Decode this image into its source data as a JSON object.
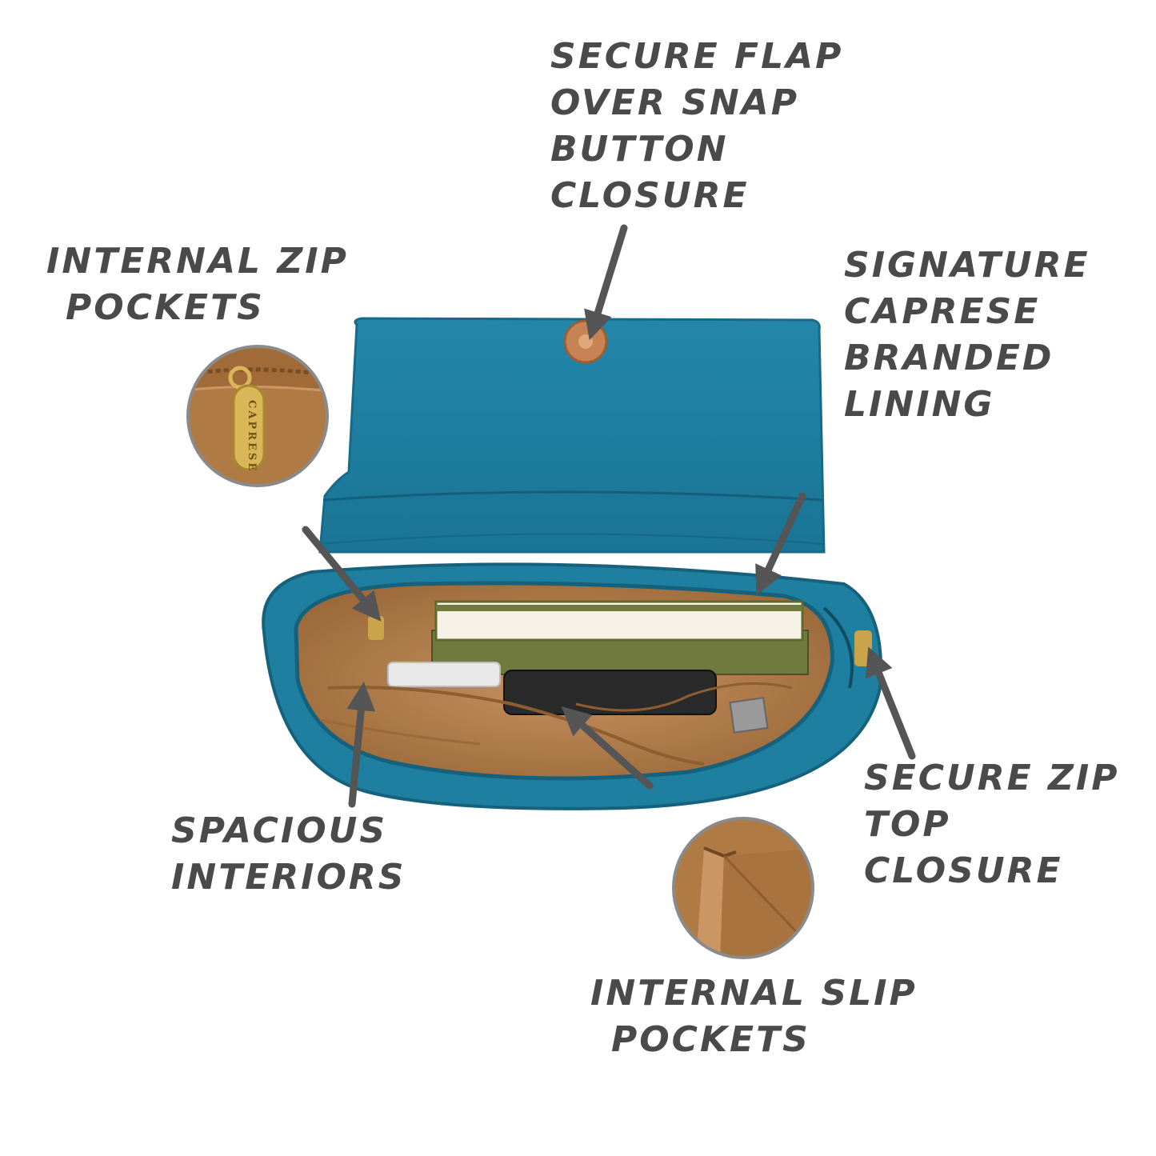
{
  "colors": {
    "label_text": "#4a4a4a",
    "arrow": "#555555",
    "bag_teal": "#1f7fa0",
    "bag_teal_dark": "#16627d",
    "lining_tan": "#b07a45",
    "lining_light": "#c99664",
    "snap_copper": "#c78353",
    "background": "#ffffff"
  },
  "callouts": {
    "flap": {
      "lines": [
        "SECURE FLAP",
        "OVER SNAP",
        "BUTTON",
        "CLOSURE"
      ]
    },
    "zip_pockets": {
      "lines": [
        "INTERNAL ZIP",
        "POCKETS"
      ]
    },
    "lining": {
      "lines": [
        "SIGNATURE",
        "CAPRESE",
        "BRANDED",
        "LINING"
      ]
    },
    "zip_top": {
      "lines": [
        "SECURE ZIP",
        "TOP",
        "CLOSURE"
      ]
    },
    "spacious": {
      "lines": [
        "SPACIOUS",
        "INTERIORS"
      ]
    },
    "slip_pockets": {
      "lines": [
        "INTERNAL SLIP",
        "POCKETS"
      ]
    }
  },
  "brand_tag": "CAPRESE"
}
